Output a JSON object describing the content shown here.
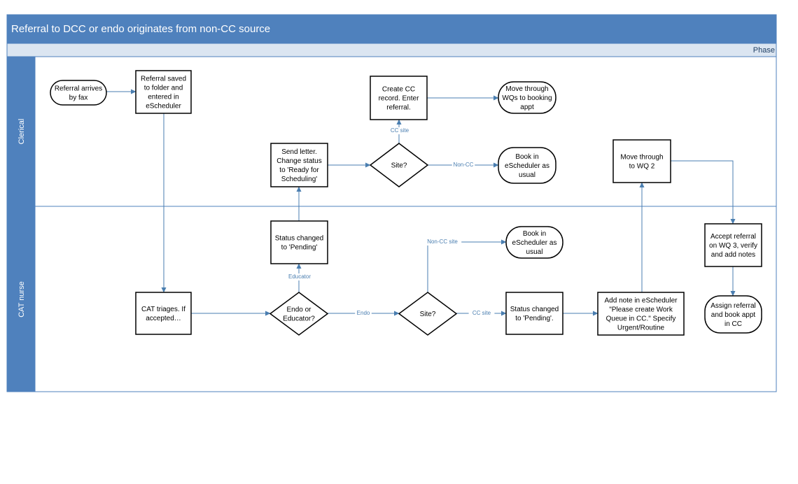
{
  "title": "Referral to DCC or endo originates from non-CC source",
  "phase_label": "Phase",
  "lanes": [
    {
      "id": "clerical",
      "label": "Clerical"
    },
    {
      "id": "cat",
      "label": "CAT nurse"
    }
  ],
  "colors": {
    "header": "#4f81bd",
    "phase_bar": "#dbe5f1",
    "lane_band": "#4f81bd",
    "border": "#4f81bd",
    "connector": "#4a7eb0",
    "shape_stroke": "#000000"
  },
  "nodes": [
    {
      "id": "n1",
      "shape": "terminator",
      "lines": [
        "Referral arrives",
        "by fax"
      ]
    },
    {
      "id": "n2",
      "shape": "process",
      "lines": [
        "Referral saved",
        "to folder and",
        "entered in",
        "eScheduler"
      ]
    },
    {
      "id": "n3",
      "shape": "process",
      "lines": [
        "CAT triages. If",
        "accepted…"
      ]
    },
    {
      "id": "n4",
      "shape": "decision",
      "lines": [
        "Endo or",
        "Educator?"
      ]
    },
    {
      "id": "n5",
      "shape": "process",
      "lines": [
        "Status changed",
        "to 'Pending'"
      ]
    },
    {
      "id": "n6",
      "shape": "process",
      "lines": [
        "Send letter.",
        "Change status",
        "to 'Ready for",
        "Scheduling'"
      ]
    },
    {
      "id": "n7",
      "shape": "decision",
      "lines": [
        "Site?"
      ]
    },
    {
      "id": "n8",
      "shape": "process",
      "lines": [
        "Create CC",
        "record. Enter",
        "referral."
      ]
    },
    {
      "id": "n9",
      "shape": "terminator",
      "lines": [
        "Move through",
        "WQs to booking",
        "appt"
      ]
    },
    {
      "id": "n10",
      "shape": "terminator",
      "lines": [
        "Book in",
        "eScheduler as",
        "usual"
      ]
    },
    {
      "id": "n11",
      "shape": "decision",
      "lines": [
        "Site?"
      ]
    },
    {
      "id": "n12",
      "shape": "terminator",
      "lines": [
        "Book in",
        "eScheduler as",
        "usual"
      ]
    },
    {
      "id": "n13",
      "shape": "process",
      "lines": [
        "Status changed",
        "to 'Pending'."
      ]
    },
    {
      "id": "n14",
      "shape": "process",
      "lines": [
        "Add note in eScheduler",
        "\"Please create Work",
        "Queue in CC.\" Specify",
        "Urgent/Routine"
      ]
    },
    {
      "id": "n15",
      "shape": "process",
      "lines": [
        "Move through",
        "to WQ 2"
      ]
    },
    {
      "id": "n16",
      "shape": "process",
      "lines": [
        "Accept referral",
        "on WQ 3, verify",
        "and add notes"
      ]
    },
    {
      "id": "n17",
      "shape": "terminator",
      "lines": [
        "Assign referral",
        "and book appt",
        "in CC"
      ]
    }
  ],
  "edges": [
    {
      "from": "n1",
      "to": "n2",
      "label": ""
    },
    {
      "from": "n2",
      "to": "n3",
      "label": ""
    },
    {
      "from": "n3",
      "to": "n4",
      "label": ""
    },
    {
      "from": "n4",
      "to": "n5",
      "label": "Educator"
    },
    {
      "from": "n5",
      "to": "n6",
      "label": ""
    },
    {
      "from": "n6",
      "to": "n7",
      "label": ""
    },
    {
      "from": "n7",
      "to": "n8",
      "label": "CC site"
    },
    {
      "from": "n8",
      "to": "n9",
      "label": ""
    },
    {
      "from": "n7",
      "to": "n10",
      "label": "Non-CC"
    },
    {
      "from": "n4",
      "to": "n11",
      "label": "Endo"
    },
    {
      "from": "n11",
      "to": "n12",
      "label": "Non-CC site"
    },
    {
      "from": "n11",
      "to": "n13",
      "label": "CC site"
    },
    {
      "from": "n13",
      "to": "n14",
      "label": ""
    },
    {
      "from": "n14",
      "to": "n15",
      "label": ""
    },
    {
      "from": "n15",
      "to": "n16",
      "label": ""
    },
    {
      "from": "n16",
      "to": "n17",
      "label": ""
    }
  ]
}
